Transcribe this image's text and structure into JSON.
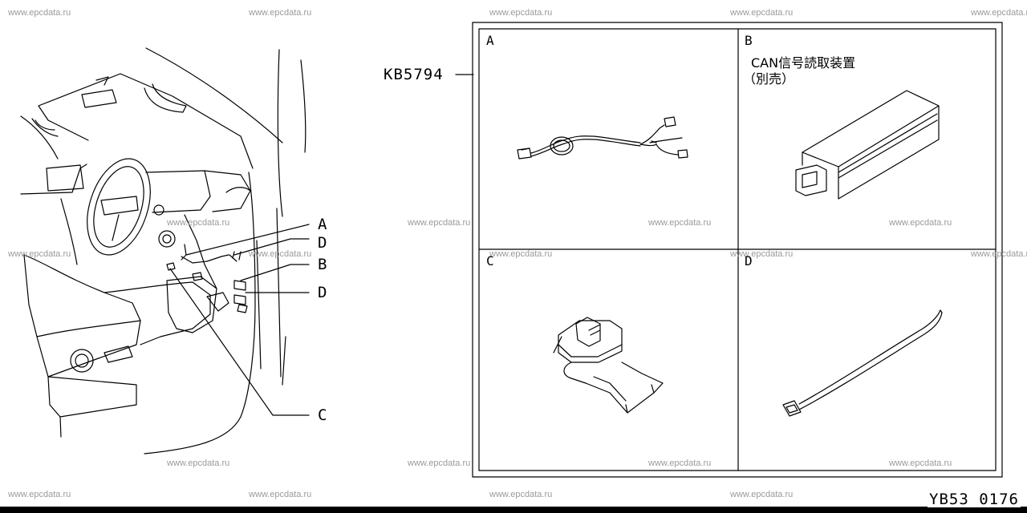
{
  "watermark": "www.epcdata.ru",
  "part_number": "KB5794",
  "callouts": [
    "A",
    "D",
    "B",
    "D",
    "C"
  ],
  "cells": {
    "a": {
      "letter": "A"
    },
    "b": {
      "letter": "B",
      "note_line1": "CAN信号読取装置",
      "note_line2": "（別売）"
    },
    "c": {
      "letter": "C"
    },
    "d": {
      "letter": "D"
    }
  },
  "diagram_code": "YB53 0176"
}
